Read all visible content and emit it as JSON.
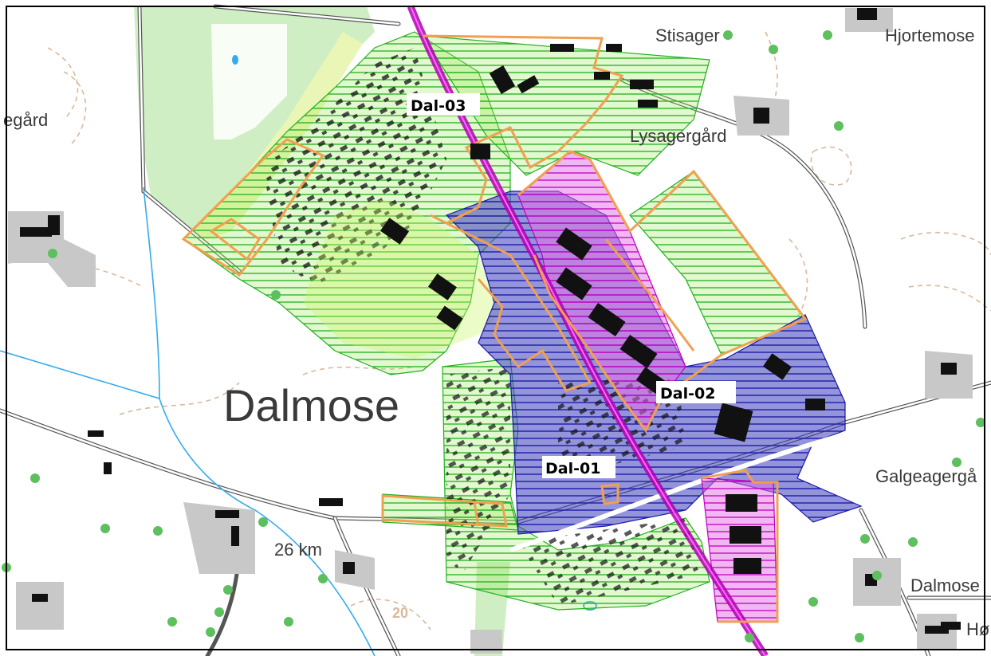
{
  "map": {
    "place_labels": {
      "main_town": "Dalmose",
      "stisager": "Stisager",
      "hjortemose": "Hjortemose",
      "lysagergaard": "Lysagergård",
      "egaard": "egård",
      "galgeagergaard": "Galgeagergå",
      "dalmose_right": "Dalmose",
      "hoe": "Hø",
      "distance": "26 km",
      "contour_value": "20"
    },
    "zones": [
      {
        "id": "Dal-01",
        "label": "Dal-01",
        "fill": "#1a1aa8"
      },
      {
        "id": "Dal-02",
        "label": "Dal-02",
        "fill": "#c000c0"
      },
      {
        "id": "Dal-03",
        "label": "Dal-03",
        "fill": "#22b022"
      }
    ],
    "colors": {
      "residential_green": "#22b022",
      "residential_blue": "#1a1aa8",
      "commercial_magenta": "#c000c0",
      "boundary_orange": "#f0a050",
      "forest": "#cfeec4",
      "meadow": "#e9f6b8",
      "railway": "#b000b0",
      "stream": "#33aaee"
    }
  }
}
